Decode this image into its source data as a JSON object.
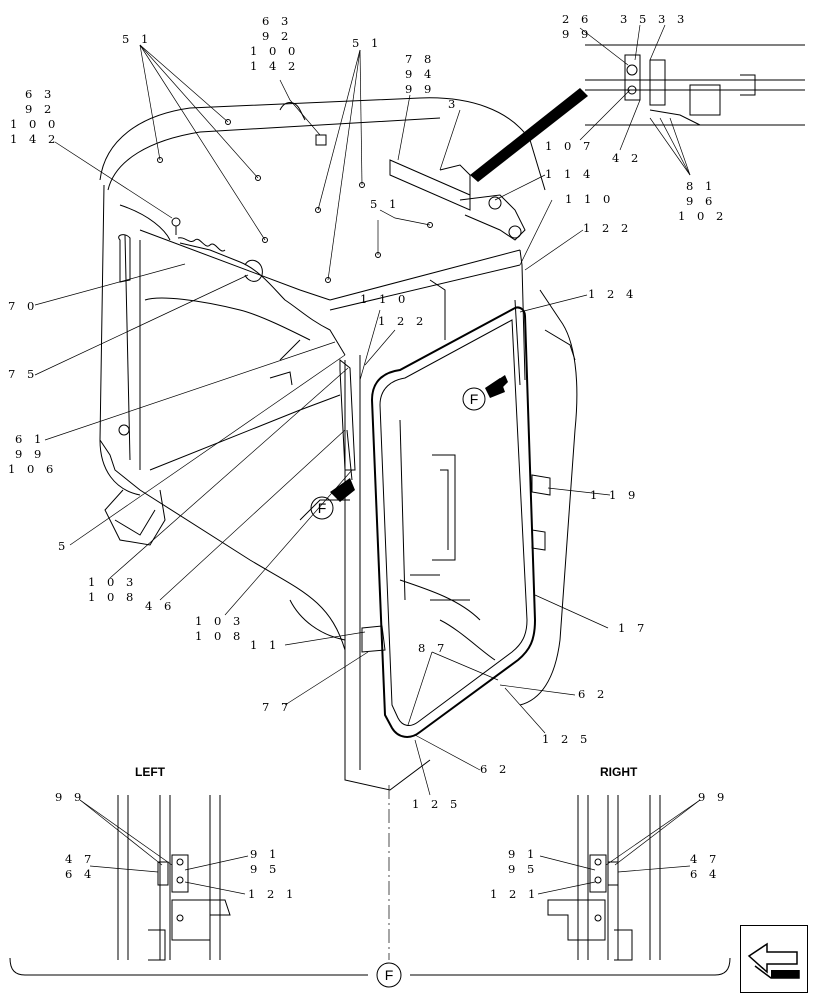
{
  "callouts": {
    "c51a": "5 1",
    "c63a": "6 3",
    "c92a": "9 2",
    "c100a": "1 0 0",
    "c142a": "1 4 2",
    "c51b": "5 1",
    "c63b": "6 3",
    "c92b": "9 2",
    "c100b": "1 0 0",
    "c142b": "1 4 2",
    "c78": "7 8",
    "c94": "9 4",
    "c99a": "9 9",
    "c3": "3",
    "c26": "2 6",
    "c99b": "9 9",
    "c35": "3 5",
    "c33": "3 3",
    "c107": "1 0 7",
    "c42": "4 2",
    "c81": "8 1",
    "c96": "9 6",
    "c102": "1 0 2",
    "c114": "1 1 4",
    "c110a": "1 1 0",
    "c51c": "5 1",
    "c122a": "1 2 2",
    "c124": "1 2 4",
    "c70": "7 0",
    "c75": "7 5",
    "c61": "6 1",
    "c99c": "9 9",
    "c106": "1 0 6",
    "c110b": "1 1 0",
    "c122b": "1 2 2",
    "c5": "5",
    "c103a": "1 0 3",
    "c108a": "1 0 8",
    "c46": "4 6",
    "c103b": "1 0 3",
    "c108b": "1 0 8",
    "c119": "1 1 9",
    "c17": "1 7",
    "c11": "1 1",
    "c77": "7 7",
    "c87": "8 7",
    "c62a": "6 2",
    "c125a": "1 2 5",
    "c62b": "6 2",
    "c125b": "1 2 5",
    "l99": "9 9",
    "l47": "4 7",
    "l64": "6 4",
    "l91": "9 1",
    "l95": "9 5",
    "l121": "1 2 1",
    "r99": "9 9",
    "r91": "9 1",
    "r95": "9 5",
    "r47": "4 7",
    "r64": "6 4",
    "r121": "1 2 1"
  },
  "detail_letter": "F",
  "section_left_title": "LEFT",
  "section_right_title": "RIGHT",
  "nav_icon": "arrow-back-icon"
}
